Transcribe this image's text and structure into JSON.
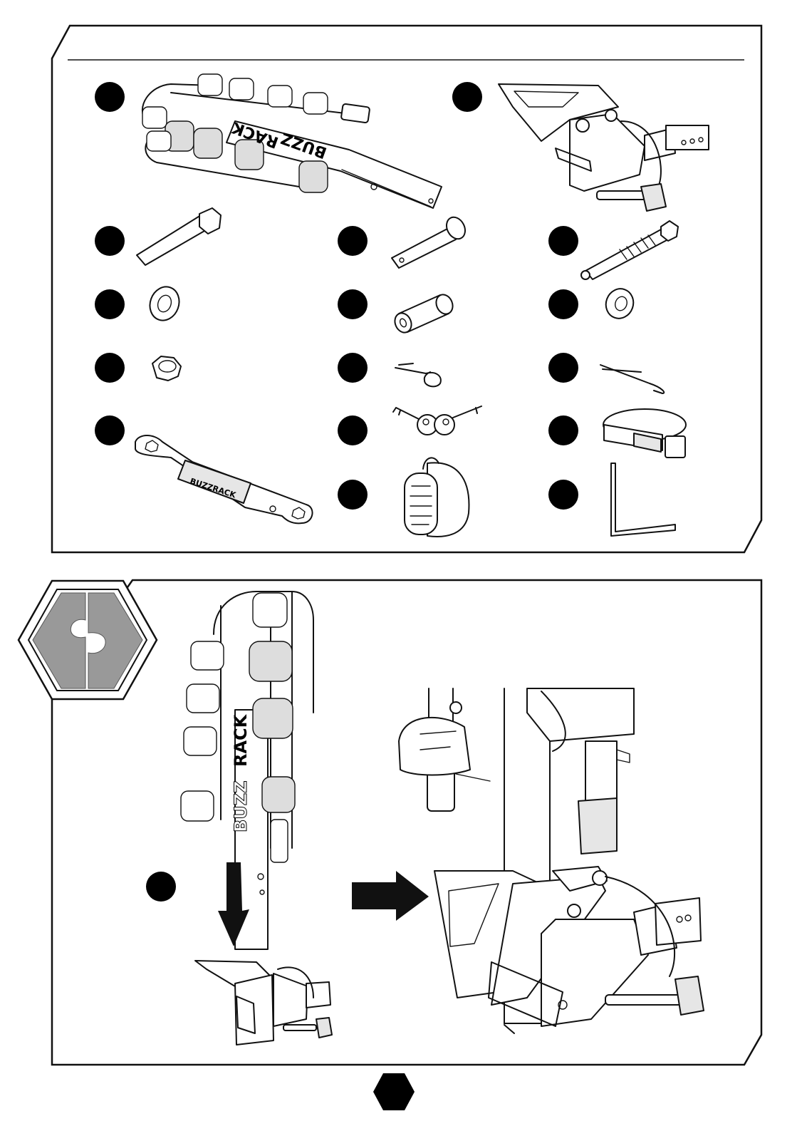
{
  "brand": {
    "logo_text": "BUZZRACK",
    "logo_text_parts": [
      "BUZZ",
      "RACK"
    ]
  },
  "parts_panel": {
    "items": [
      {
        "id": 1,
        "icon": "bike-carrier-rack-icon"
      },
      {
        "id": 2,
        "icon": "hitch-mount-bracket-icon"
      },
      {
        "id": 3,
        "icon": "hex-bolt-icon"
      },
      {
        "id": 4,
        "icon": "hitch-pin-icon"
      },
      {
        "id": 5,
        "icon": "threaded-bolt-icon"
      },
      {
        "id": 6,
        "icon": "flat-washer-icon"
      },
      {
        "id": 7,
        "icon": "spacer-tube-icon"
      },
      {
        "id": 8,
        "icon": "lock-washer-icon"
      },
      {
        "id": 9,
        "icon": "lock-nut-icon"
      },
      {
        "id": 10,
        "icon": "small-r-clip-icon"
      },
      {
        "id": 11,
        "icon": "large-r-clip-icon"
      },
      {
        "id": 12,
        "icon": "wrench-icon"
      },
      {
        "id": 13,
        "icon": "keys-icon"
      },
      {
        "id": 14,
        "icon": "strap-icon"
      },
      {
        "id": 15,
        "icon": "end-cap-icon"
      },
      {
        "id": 16,
        "icon": "allen-key-icon"
      }
    ]
  },
  "step_panel": {
    "badge_icon": "assembly-puzzle-icon",
    "step_bullet": "step-bullet",
    "arrow_down_icon": "arrow-down-icon",
    "arrow_right_icon": "arrow-right-icon"
  },
  "footer": {
    "page_badge_icon": "hexagon-page-badge-icon"
  },
  "colors": {
    "ink": "#111111",
    "badge_gray": "#9a9a9a",
    "paper": "#ffffff"
  }
}
